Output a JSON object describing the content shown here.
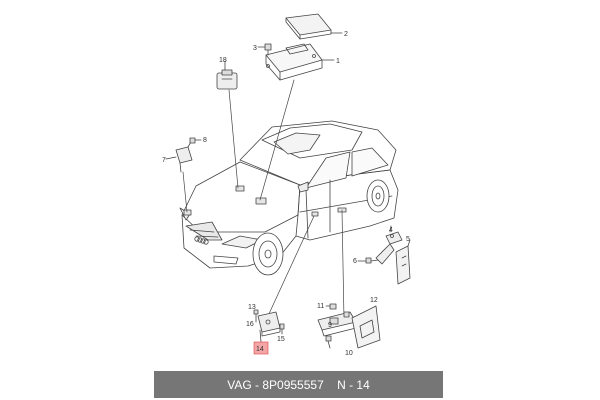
{
  "callouts": {
    "c1": "1",
    "c2": "2",
    "c3": "3",
    "c4": "4",
    "c5": "5",
    "c6": "6",
    "c7": "7",
    "c8": "8",
    "c9": "9",
    "c10": "10",
    "c11": "11",
    "c12": "12",
    "c13": "13",
    "c14": "14",
    "c15": "15",
    "c16": "16",
    "c18": "18"
  },
  "highlight_color": "#f4a6a6",
  "footer": {
    "brand": "VAG",
    "part_number": "8P0955557",
    "position_label": "N - 14"
  }
}
